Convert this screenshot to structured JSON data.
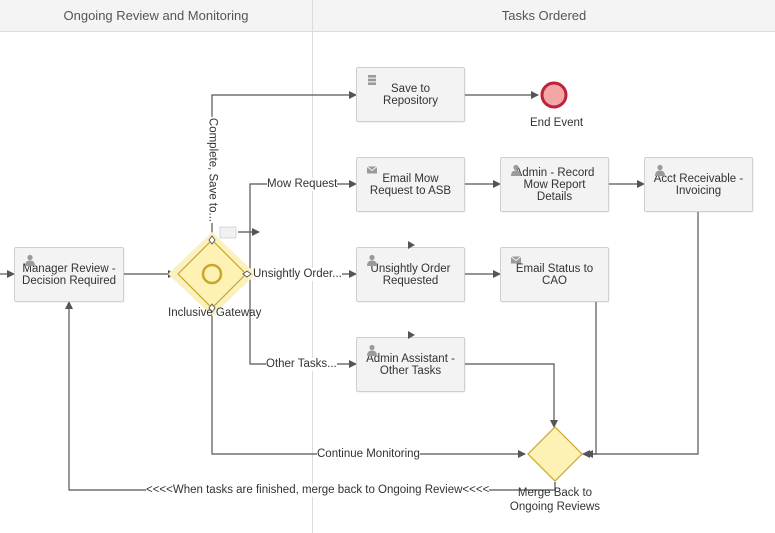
{
  "lanes": {
    "left": "Ongoing Review and Monitoring",
    "right": "Tasks Ordered"
  },
  "tasks": {
    "manager_review": "Manager Review - Decision Required",
    "save_repository": "Save to Repository",
    "email_mow": "Email Mow Request to ASB",
    "admin_record": "Admin - Record Mow Report Details",
    "acct_receivable": "Acct Receivable - Invoicing",
    "unsightly_order": "Unsightly Order Requested",
    "email_status": "Email Status to CAO",
    "admin_assistant": "Admin Assistant - Other Tasks"
  },
  "events": {
    "end_event": "End Event",
    "inclusive_gateway": "Inclusive Gateway",
    "merge_back_line1": "Merge Back to",
    "merge_back_line2": "Ongoing Reviews"
  },
  "flows": {
    "complete_save": "Complete, Save to...",
    "mow_request": "Mow Request",
    "unsightly_order": "Unsightly Order...",
    "other_tasks": "Other Tasks...",
    "continue_monitoring": "Continue Monitoring",
    "merge_back": "<<<<When tasks are finished, merge back to Ongoing Review<<<<"
  },
  "colors": {
    "gateway_fill": "#fdf2b3",
    "gateway_stroke": "#c9a529",
    "gateway_halo": "#fbf1c0",
    "end_event_fill": "#f2a6a6",
    "end_event_stroke": "#c0203a",
    "flow_line": "#555555"
  },
  "icons": {
    "user_task": "user-icon",
    "email_task": "envelope-icon",
    "data_task": "database-icon",
    "start_marker": "play-marker-icon",
    "flag": "flag-icon"
  }
}
